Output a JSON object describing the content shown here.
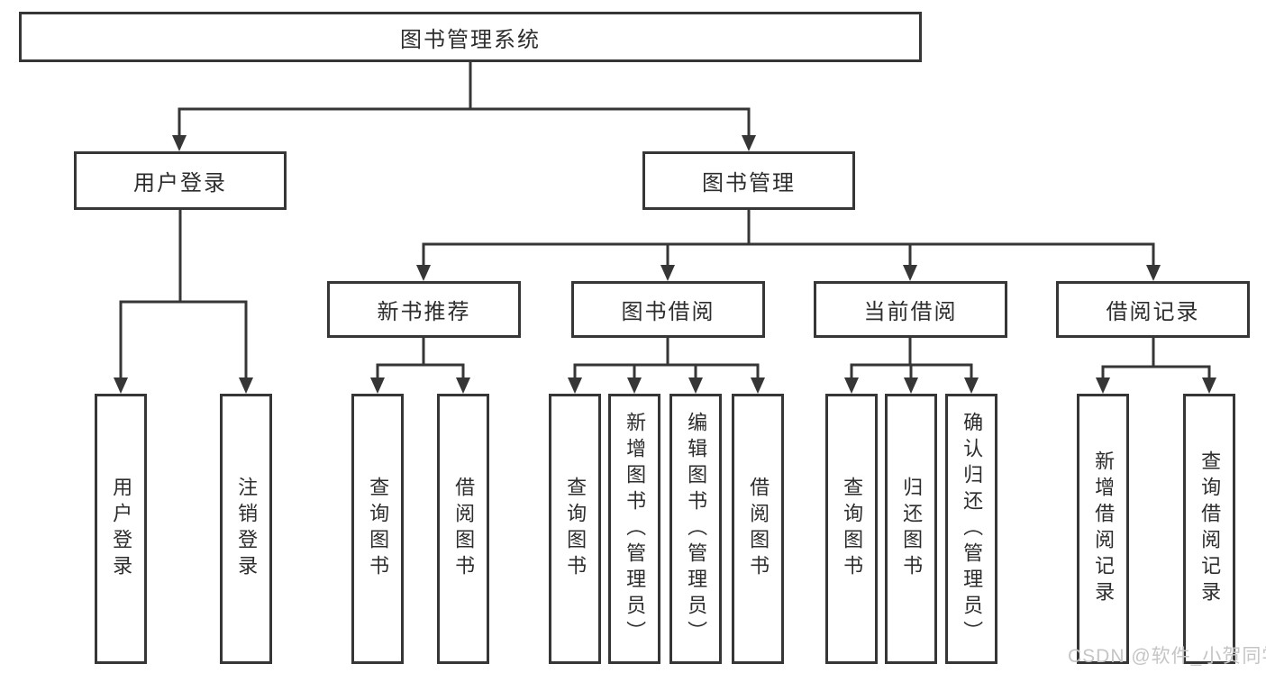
{
  "diagram_type": "tree",
  "tree": {
    "label": "图书管理系统",
    "children": [
      {
        "label": "用户登录",
        "children": [
          {
            "label": "用户登录"
          },
          {
            "label": "注销登录"
          }
        ]
      },
      {
        "label": "图书管理",
        "children": [
          {
            "label": "新书推荐",
            "children": [
              {
                "label": "查询图书"
              },
              {
                "label": "借阅图书"
              }
            ]
          },
          {
            "label": "图书借阅",
            "children": [
              {
                "label": "查询图书"
              },
              {
                "label": "新增图书（管理员）"
              },
              {
                "label": "编辑图书（管理员）"
              },
              {
                "label": "借阅图书"
              }
            ]
          },
          {
            "label": "当前借阅",
            "children": [
              {
                "label": "查询图书"
              },
              {
                "label": "归还图书"
              },
              {
                "label": "确认归还（管理员）"
              }
            ]
          },
          {
            "label": "借阅记录",
            "children": [
              {
                "label": "新增借阅记录"
              },
              {
                "label": "查询借阅记录"
              }
            ]
          }
        ]
      }
    ]
  },
  "watermark": {
    "text": "CSDN @软件_小贺同学"
  },
  "colors": {
    "line": "#363636",
    "box_border": "#363636",
    "text": "#2d2d2d",
    "watermark": "#c5c5c5",
    "background": "#ffffff"
  }
}
